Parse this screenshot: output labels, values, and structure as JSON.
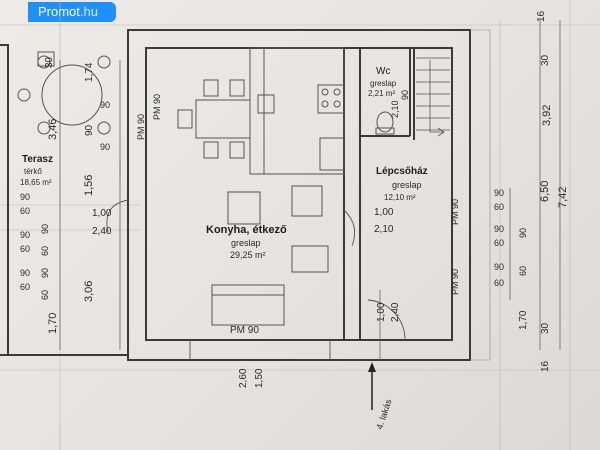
{
  "watermark": {
    "brand": "Promot",
    "domain": ".hu"
  },
  "rooms": {
    "terasz": {
      "name": "Terasz",
      "material": "térkő",
      "area": "18,65 m²"
    },
    "konyha": {
      "name": "Konyha, étkező",
      "material": "greslap",
      "area": "29,25 m²"
    },
    "wc": {
      "name": "Wc",
      "material": "greslap",
      "area": "2,21 m²"
    },
    "lepcsohaz": {
      "name": "Lépcsőház",
      "material": "greslap",
      "area": "12,10 m²"
    }
  },
  "marks": {
    "pm90": "PM 90",
    "lakas": "4. lakás",
    "wc_dims": [
      "2,10",
      "90"
    ]
  },
  "dims": {
    "door_left": [
      "1,00",
      "2,40"
    ],
    "door_mid": [
      "1,00",
      "2,10"
    ],
    "door_bottom_right": [
      "1,00",
      "2,40"
    ],
    "door_bottom": [
      "2,60",
      "1,50"
    ],
    "left_col": [
      "3,46",
      "1,56",
      "3,06",
      "1,70"
    ],
    "left_window": [
      "1,74",
      "30"
    ],
    "left_sill": [
      "90",
      "90",
      "90"
    ],
    "terrace_stack": [
      "90",
      "60",
      "90",
      "60",
      "90",
      "60",
      "90",
      "60",
      "90",
      "60"
    ],
    "right_stack": [
      "90",
      "60",
      "90",
      "60",
      "90",
      "60",
      "90",
      "60"
    ],
    "right_outer": [
      "16",
      "30",
      "3,92",
      "6,50",
      "7,42",
      "1,70",
      "30",
      "16"
    ]
  }
}
